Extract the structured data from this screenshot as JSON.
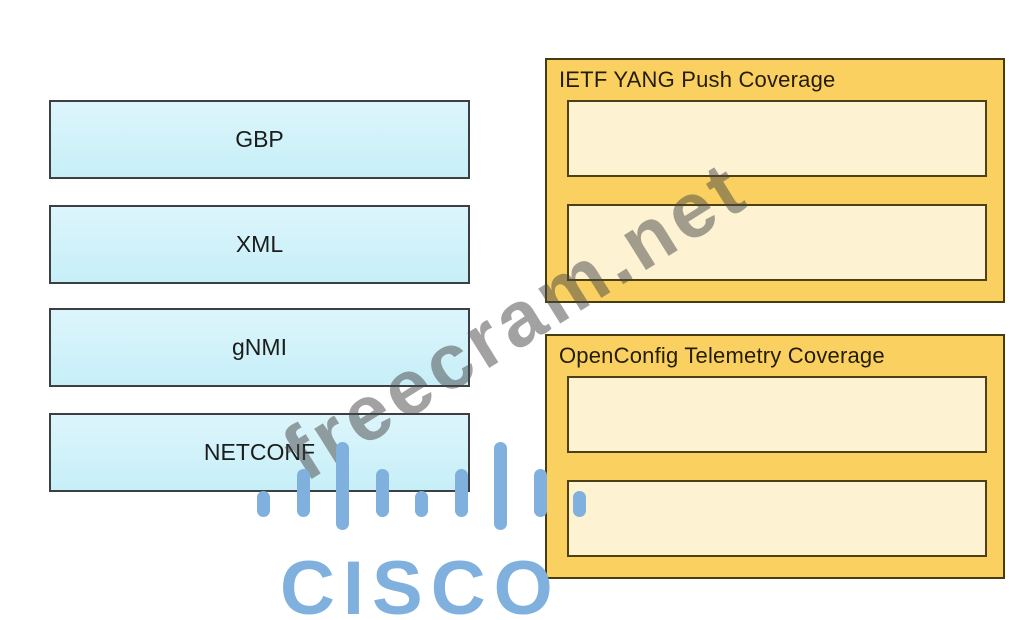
{
  "watermark": {
    "text": "freecram.net",
    "color": "#a2a2a2"
  },
  "brand": {
    "logo_text": "CISCO",
    "color": "#7fb0de"
  },
  "drag_items": [
    {
      "label": "GBP"
    },
    {
      "label": "XML"
    },
    {
      "label": "gNMI"
    },
    {
      "label": "NETCONF"
    }
  ],
  "drop_groups": [
    {
      "title": "IETF YANG Push Coverage",
      "slots": [
        "",
        ""
      ]
    },
    {
      "title": "OpenConfig Telemetry Coverage",
      "slots": [
        "",
        ""
      ]
    }
  ],
  "colors": {
    "drag_item_fill": "#cdf1f9",
    "drag_item_border": "#3d4043",
    "group_fill": "#fad161",
    "group_border": "#473b12",
    "slot_fill": "#fdf3d2",
    "title_text": "#241d04",
    "label_text": "#1c1c1c"
  }
}
